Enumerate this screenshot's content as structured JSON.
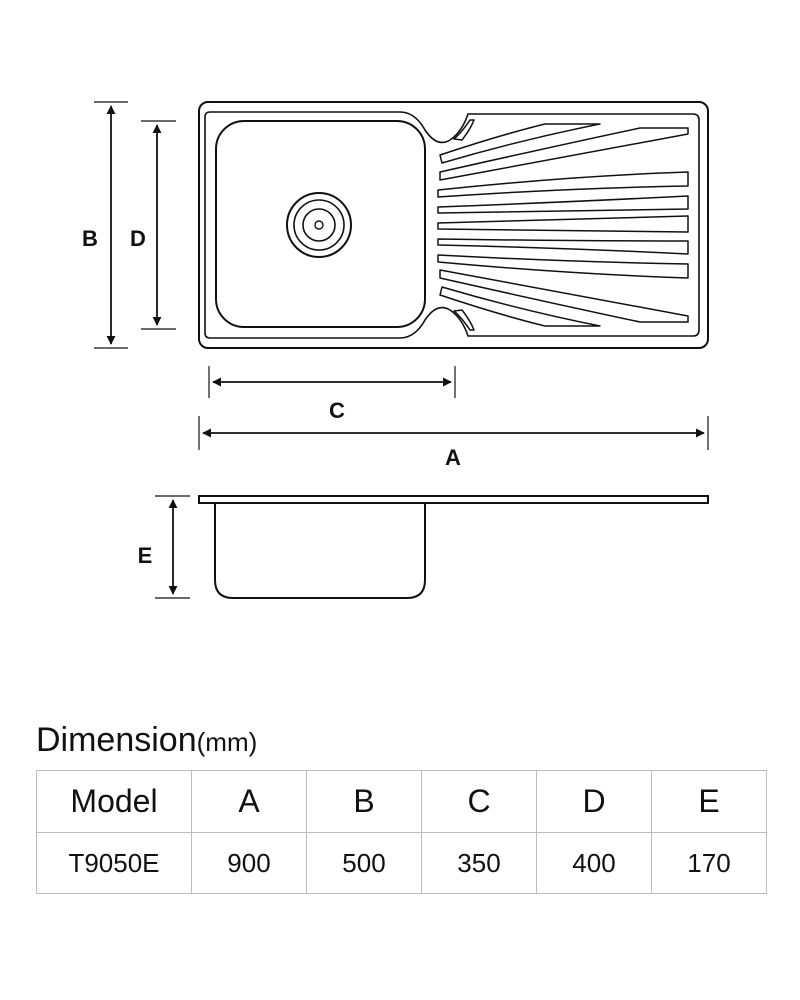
{
  "labels": {
    "a": "A",
    "b": "B",
    "c": "C",
    "d": "D",
    "e": "E"
  },
  "table": {
    "title": "Dimension",
    "unit": "(mm)",
    "headers": [
      "Model",
      "A",
      "B",
      "C",
      "D",
      "E"
    ],
    "rows": [
      {
        "model": "T9050E",
        "a": "900",
        "b": "500",
        "c": "350",
        "d": "400",
        "e": "170"
      }
    ]
  },
  "colors": {
    "line": "#111111",
    "grid": "#bdbdbd"
  }
}
